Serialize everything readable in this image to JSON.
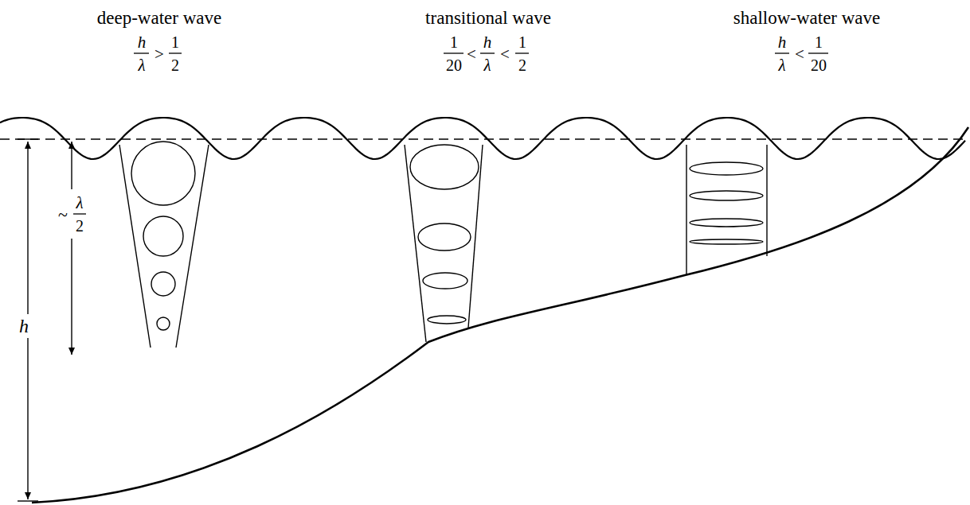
{
  "diagram": {
    "labels": [
      "deep-water wave",
      "transitional wave",
      "shallow-water wave",
      "h",
      "λ",
      ">",
      "1",
      "2",
      "1",
      "20",
      "<",
      "h",
      "λ",
      "<",
      "1",
      "2",
      "h",
      "λ",
      "<",
      "1",
      "20",
      "~",
      "λ",
      "2",
      "h"
    ]
  }
}
